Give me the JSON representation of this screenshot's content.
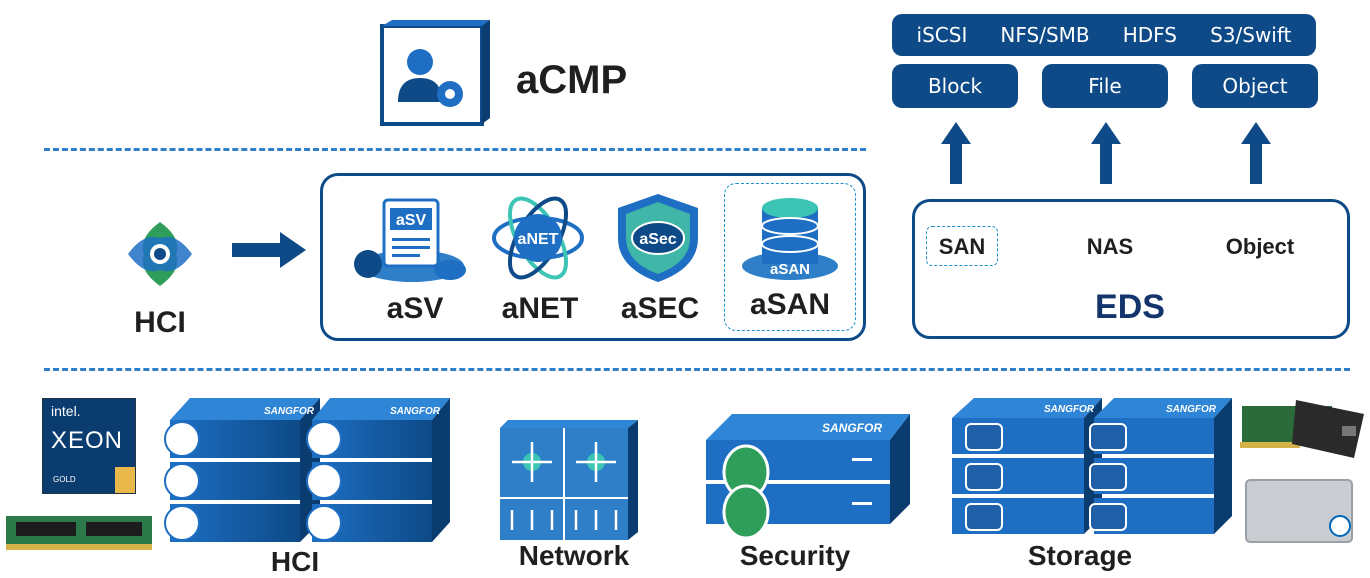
{
  "top": {
    "acmp_label": "aCMP"
  },
  "protocols": {
    "items": [
      "iSCSI",
      "NFS/SMB",
      "HDFS",
      "S3/Swift"
    ]
  },
  "storage_types": {
    "block": "Block",
    "file": "File",
    "object": "Object"
  },
  "hci_side": {
    "label": "HCI"
  },
  "modules": {
    "asv": {
      "label": "aSV",
      "badge": "aSV"
    },
    "anet": {
      "label": "aNET",
      "badge": "aNET"
    },
    "asec": {
      "label": "aSEC",
      "badge": "aSec"
    },
    "asan": {
      "label": "aSAN",
      "badge": "aSAN"
    }
  },
  "eds": {
    "san": "SAN",
    "nas": "NAS",
    "object": "Object",
    "title": "EDS"
  },
  "hardware": {
    "intel_brand": "intel.",
    "xeon": "XEON",
    "gold": "GOLD",
    "sangfor": "SANGFOR",
    "hci": "HCI",
    "network": "Network",
    "security": "Security",
    "storage": "Storage"
  },
  "colors": {
    "navy": "#0d4a87",
    "blue": "#1e6fc4",
    "dash": "#2f7fc8",
    "teal": "#3cc4b4"
  }
}
